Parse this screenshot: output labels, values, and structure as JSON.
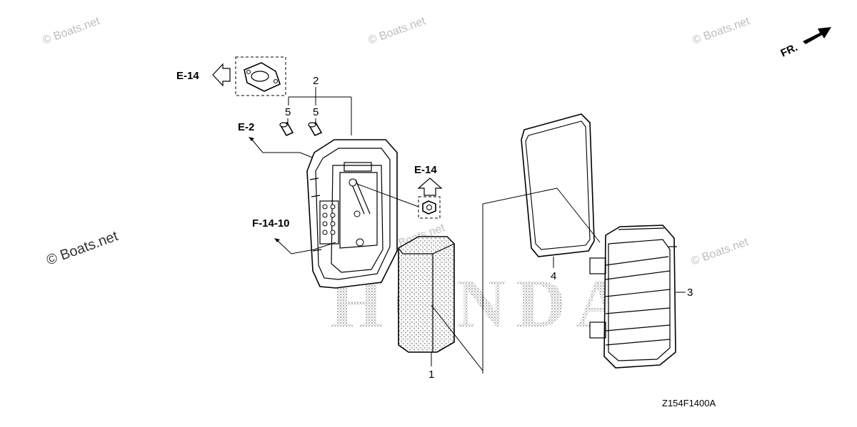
{
  "watermarks": {
    "top_left": "© Boats.net",
    "top_center": "© Boats.net",
    "top_right": "© Boats.net",
    "left_large": "© Boats.net",
    "center": "© Boats.net",
    "right": "© Boats.net"
  },
  "brand_watermark": "HONDA",
  "direction_indicator": "FR.",
  "references": {
    "gasket_ref": "E-14",
    "bolt_ref": "E-2",
    "nut_ref": "E-14",
    "breather_ref": "F-14-10"
  },
  "callouts": {
    "c1": "1",
    "c2": "2",
    "c3": "3",
    "c4": "4",
    "c5a": "5",
    "c5b": "5"
  },
  "diagram_code": "Z154F1400A"
}
